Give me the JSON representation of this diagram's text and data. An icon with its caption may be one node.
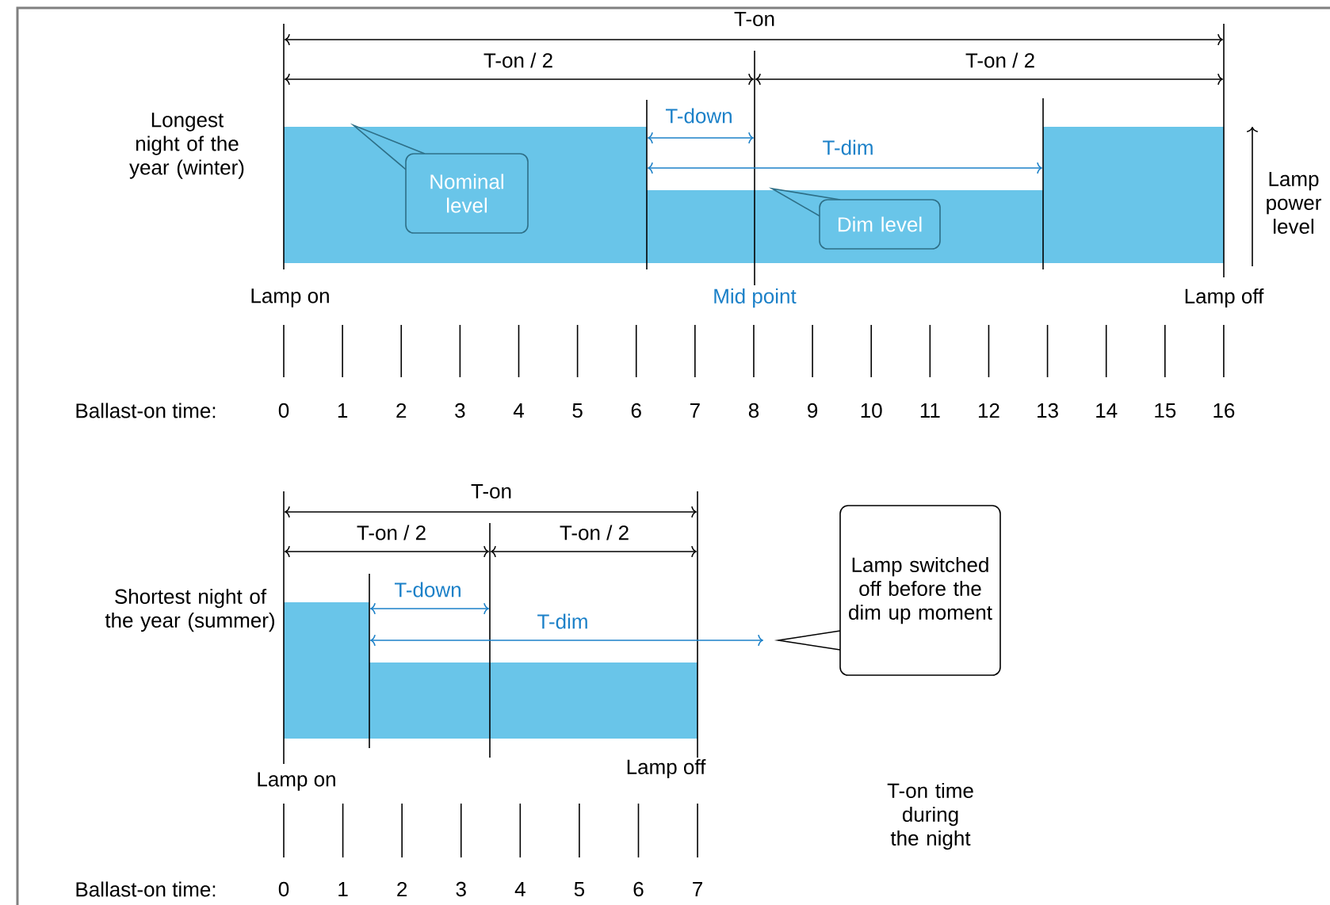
{
  "diagram": {
    "nodes": [
      {
        "text": [
          "Nominal level"
        ]
      },
      {
        "text": [
          "Dim level"
        ]
      },
      {
        "text": [
          "Lamp switched off before the dim up moment"
        ]
      }
    ],
    "labels": [
      "T-on",
      "T-on / 2",
      "T-on / 2",
      "Longest night of the year (winter)",
      "T-down",
      "T-dim",
      "Lamp power level",
      "Lamp on",
      "Mid point",
      "Lamp off",
      "Ballast-on time:",
      "0",
      "1",
      "2",
      "3",
      "4",
      "5",
      "6",
      "7",
      "8",
      "9",
      "10",
      "11",
      "12",
      "13",
      "14",
      "15",
      "16",
      "T-on",
      "T-on / 2",
      "T-on / 2",
      "Shortest night of the year (summer)",
      "T-down",
      "T-dim",
      "Lamp on",
      "Lamp off",
      "T-on time during the night",
      "Ballast-on time:",
      "0",
      "1",
      "2",
      "3",
      "4",
      "5",
      "6",
      "7"
    ]
  }
}
